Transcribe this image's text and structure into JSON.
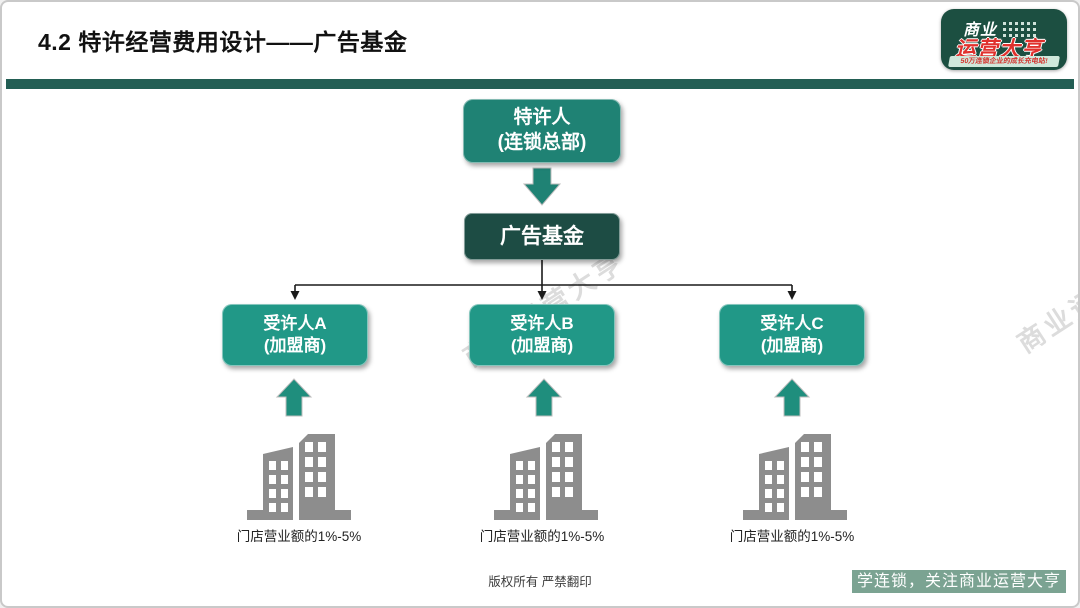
{
  "slide": {
    "title": "4.2 特许经营费用设计——广告基金",
    "watermark": "商业运营大亨",
    "copyright": "版权所有 严禁翻印",
    "footer_banner": "学连锁，关注商业运营大亨"
  },
  "logo": {
    "line1": "商业",
    "line2": "运营大亨",
    "tagline": "50万连锁企业的成长充电站!"
  },
  "diagram": {
    "franchisor": {
      "line1": "特许人",
      "line2": "(连锁总部)"
    },
    "fund": {
      "label": "广告基金"
    },
    "licensees": [
      {
        "line1": "受许人A",
        "line2": "(加盟商)",
        "note": "门店营业额的1%-5%"
      },
      {
        "line1": "受许人B",
        "line2": "(加盟商)",
        "note": "门店营业额的1%-5%"
      },
      {
        "line1": "受许人C",
        "line2": "(加盟商)",
        "note": "门店营业额的1%-5%"
      }
    ]
  },
  "colors": {
    "header_bar": "#235e54",
    "franchisor_box": "#1f8274",
    "fund_box": "#1d4c44",
    "licensee_box": "#219887",
    "arrow_teal": "#1f8e7d",
    "logo_bg": "#1c4f41",
    "logo_red": "#e0312d",
    "footer_banner_bg": "#7ba392",
    "building_gray": "#8d8d8d"
  }
}
